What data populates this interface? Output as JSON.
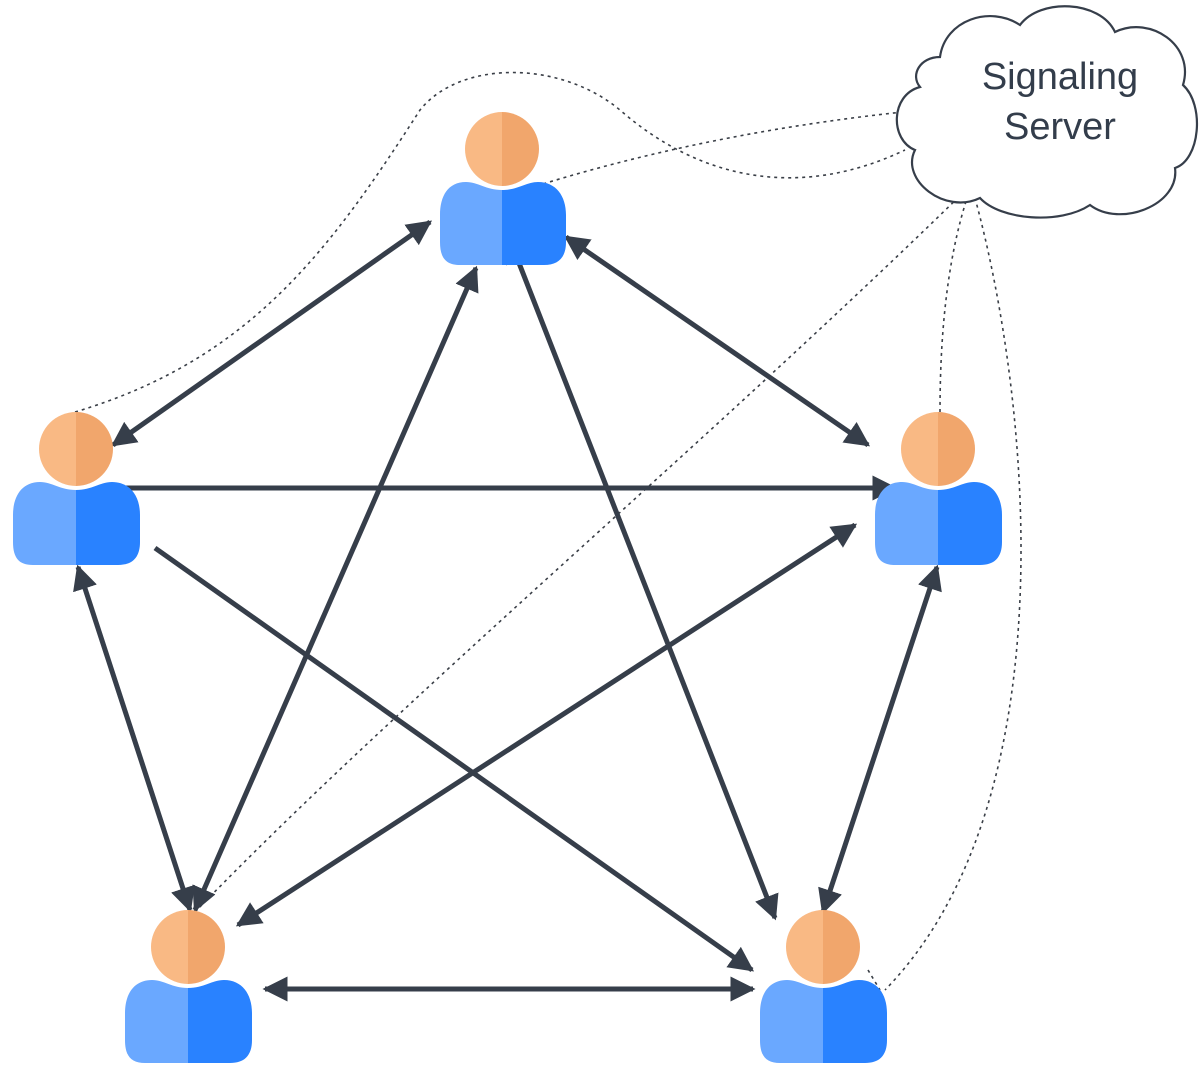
{
  "server": {
    "line1": "Signaling",
    "line2": "Server"
  },
  "peers": [
    "peer-top",
    "peer-left",
    "peer-right",
    "peer-bottom-left",
    "peer-bottom-right"
  ],
  "colors": {
    "head_light": "#f9b984",
    "head_dark": "#f1a66c",
    "body_light": "#6aa8ff",
    "body_dark": "#2982ff",
    "connection": "#363e4a",
    "signaling": "#3a3f47"
  }
}
